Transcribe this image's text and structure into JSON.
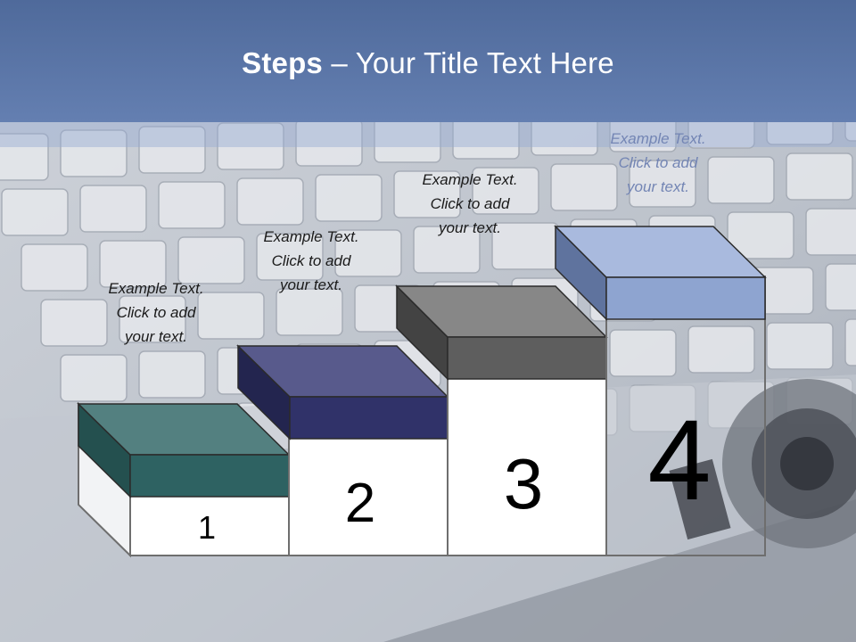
{
  "slide": {
    "title_bold": "Steps",
    "title_rest": " – Your Title Text Here"
  },
  "steps": [
    {
      "number": "1",
      "caption": [
        "Example Text.",
        "Click  to add",
        "your text."
      ],
      "color_front": "#2e6262",
      "color_top": "#538080",
      "color_side": "#24504f"
    },
    {
      "number": "2",
      "caption": [
        "Example Text.",
        "Click  to add",
        "your text."
      ],
      "color_front": "#303269",
      "color_top": "#585a8c",
      "color_side": "#23254f"
    },
    {
      "number": "3",
      "caption": [
        "Example Text.",
        "Click  to add",
        "your text."
      ],
      "color_front": "#5e5e5e",
      "color_top": "#878787",
      "color_side": "#434343"
    },
    {
      "number": "4",
      "caption": [
        "Example Text.",
        "Click  to add",
        "your text."
      ],
      "color_front": "#8ea4d0",
      "color_top": "#a9bade",
      "color_side": "#5f739e"
    }
  ]
}
